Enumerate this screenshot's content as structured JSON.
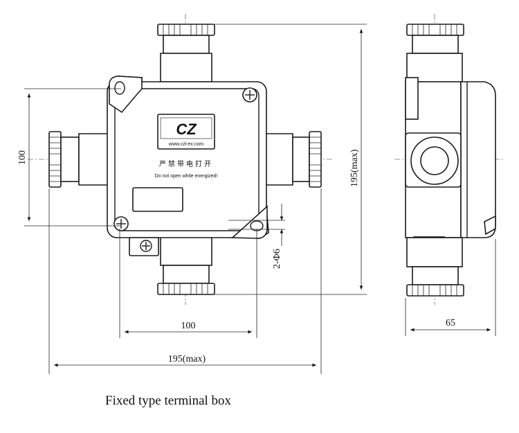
{
  "logo": {
    "text": "CZ",
    "url": "www.czl-ex.com"
  },
  "warning": {
    "cn": "严禁带电打开",
    "en": "Do not open while energized!"
  },
  "dimensions": {
    "height_body": "100",
    "height_max": "195(max)",
    "width_body": "100",
    "width_max": "195(max)",
    "side_depth": "65",
    "holes": "2-Φ6"
  },
  "caption": "Fixed type terminal box"
}
